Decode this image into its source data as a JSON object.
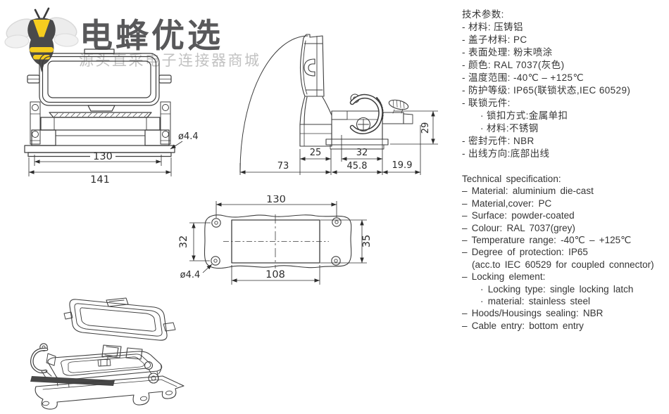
{
  "logo": {
    "icon": "bee-icon",
    "title": "电蜂优选",
    "subtitle": "源头直采电子连接器商城"
  },
  "specs_cn": {
    "title": "技术参数:",
    "items": [
      "- 材料: 压铸铝",
      "- 盖子材料: PC",
      "- 表面处理: 粉末喷涂",
      "- 颜色: RAL 7037(灰色)",
      "- 温度范围: -40℃ – +125℃",
      "- 防护等级: IP65(联锁状态,IEC 60529)",
      "- 联锁元件:",
      "· 锁扣方式:金属单扣",
      "· 材料:不锈钢",
      "- 密封元件: NBR",
      "- 出线方向:底部出线"
    ]
  },
  "specs_en": {
    "title": "Technical specification:",
    "items": [
      "– Material: aluminium die-cast",
      "– Material,cover: PC",
      "– Surface: powder-coated",
      "– Colour: RAL 7037(grey)",
      "– Temperature range: -40℃ – +125℃",
      "– Degree of protection: IP65",
      "(acc.to IEC 60529 for coupled connector)",
      "– Locking element:",
      "· Locking type: single locking latch",
      "· material: stainless steel",
      "– Hoods/Housings sealing: NBR",
      "– Cable entry: bottom entry"
    ]
  },
  "drawings": {
    "front_view": {
      "dim_width_inner": "130",
      "dim_width_outer": "141",
      "dim_hole": "ø4.4"
    },
    "side_view": {
      "dim_hinge": "25",
      "dim_depth": "73",
      "dim_insert": "32",
      "dim_body": "45.8",
      "dim_entry": "19.9",
      "dim_height": "29"
    },
    "panel_cutout": {
      "dim_hole_spacing_h": "130",
      "dim_hole_spacing_v": "32",
      "dim_cutout_h": "35",
      "dim_cutout_w": "108",
      "dim_hole": "ø4.4"
    }
  },
  "colors": {
    "accent_yellow": "#f6cd1f",
    "line_gray": "#3d3d3d",
    "title_gray": "#58585a",
    "subtitle_gray": "#c2c2c2"
  }
}
